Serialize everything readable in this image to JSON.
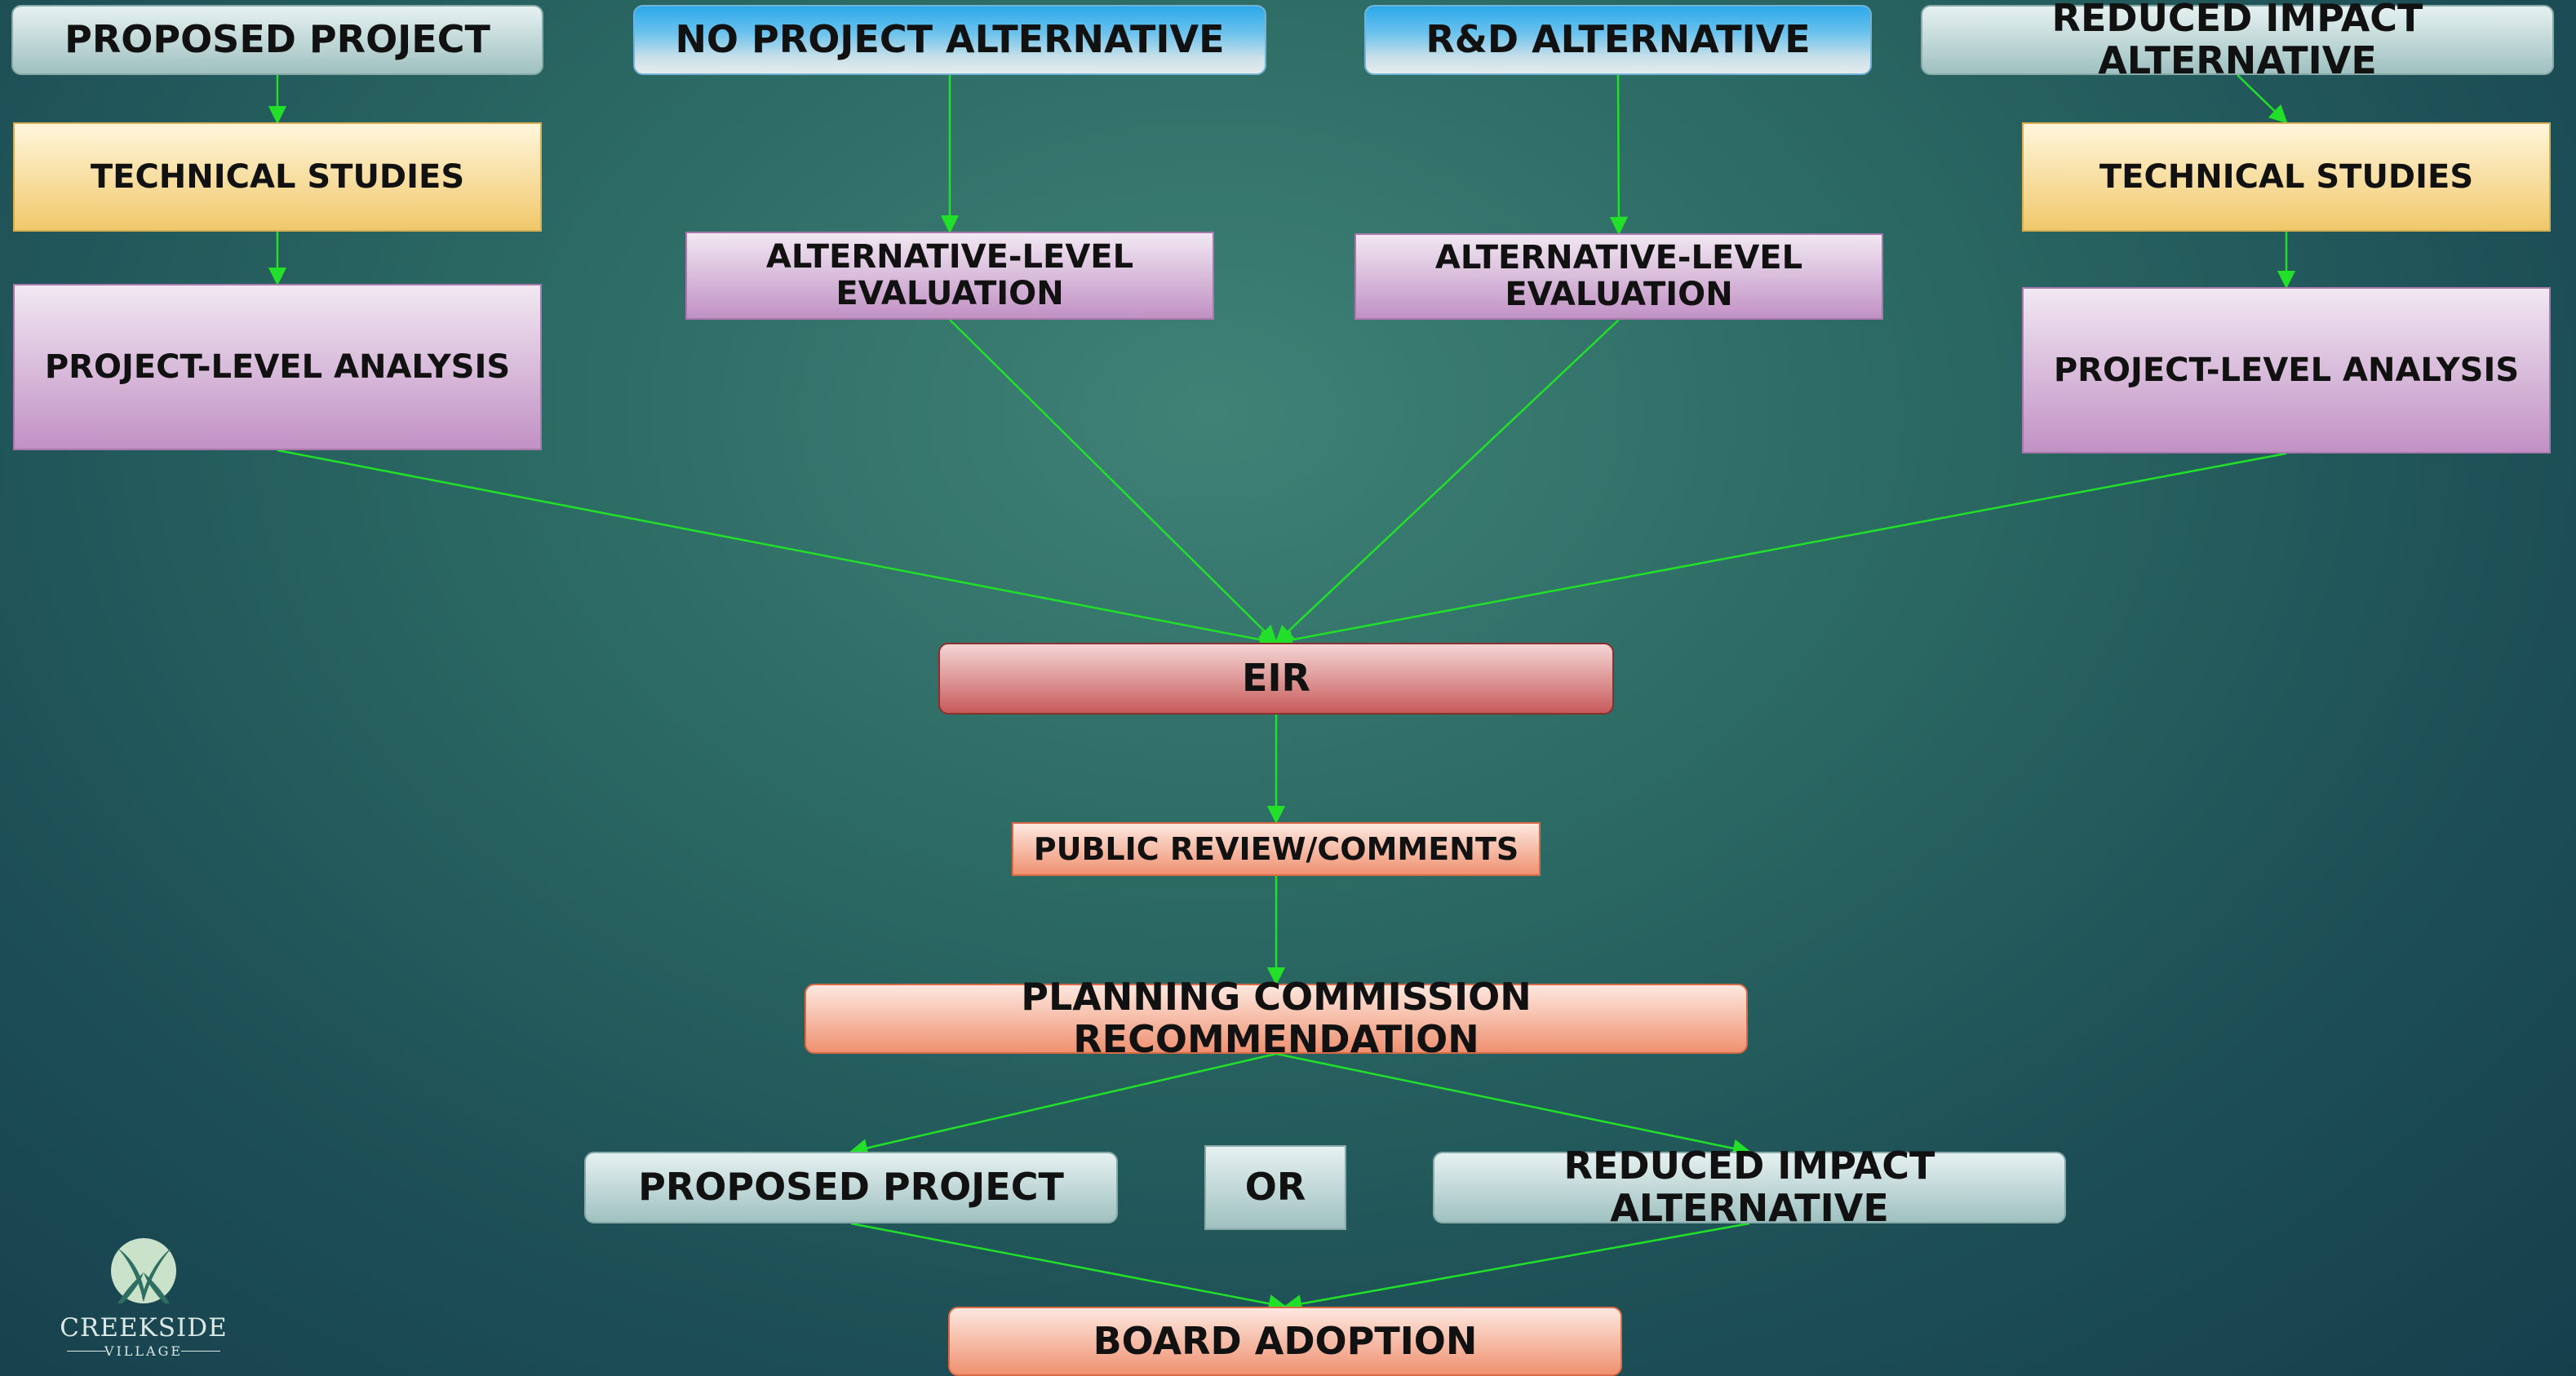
{
  "diagram": {
    "nodes": {
      "proposed_project_top": "PROPOSED PROJECT",
      "no_project_alternative": "NO PROJECT ALTERNATIVE",
      "rd_alternative": "R&D ALTERNATIVE",
      "reduced_impact_top": "REDUCED IMPACT ALTERNATIVE",
      "technical_studies_left": "TECHNICAL STUDIES",
      "technical_studies_right": "TECHNICAL STUDIES",
      "alt_eval_left": "ALTERNATIVE-LEVEL EVALUATION",
      "alt_eval_right": "ALTERNATIVE-LEVEL EVALUATION",
      "project_analysis_left": "PROJECT-LEVEL ANALYSIS",
      "project_analysis_right": "PROJECT-LEVEL ANALYSIS",
      "eir": "EIR",
      "public_review": "PUBLIC REVIEW/COMMENTS",
      "planning_commission": "PLANNING COMMISSION RECOMMENDATION",
      "proposed_project_bottom": "PROPOSED PROJECT",
      "or": "OR",
      "reduced_impact_bottom": "REDUCED IMPACT ALTERNATIVE",
      "board_adoption": "BOARD ADOPTION"
    },
    "edges": [
      [
        "proposed_project_top",
        "technical_studies_left"
      ],
      [
        "technical_studies_left",
        "project_analysis_left"
      ],
      [
        "no_project_alternative",
        "alt_eval_left"
      ],
      [
        "rd_alternative",
        "alt_eval_right"
      ],
      [
        "reduced_impact_top",
        "technical_studies_right"
      ],
      [
        "technical_studies_right",
        "project_analysis_right"
      ],
      [
        "project_analysis_left",
        "eir"
      ],
      [
        "alt_eval_left",
        "eir"
      ],
      [
        "alt_eval_right",
        "eir"
      ],
      [
        "project_analysis_right",
        "eir"
      ],
      [
        "eir",
        "public_review"
      ],
      [
        "public_review",
        "planning_commission"
      ],
      [
        "planning_commission",
        "proposed_project_bottom"
      ],
      [
        "planning_commission",
        "reduced_impact_bottom"
      ],
      [
        "proposed_project_bottom",
        "board_adoption"
      ],
      [
        "reduced_impact_bottom",
        "board_adoption"
      ]
    ],
    "connector_color": "#22e02a"
  },
  "logo": {
    "name": "CREEKSIDE",
    "tagline": "VILLAGE"
  }
}
